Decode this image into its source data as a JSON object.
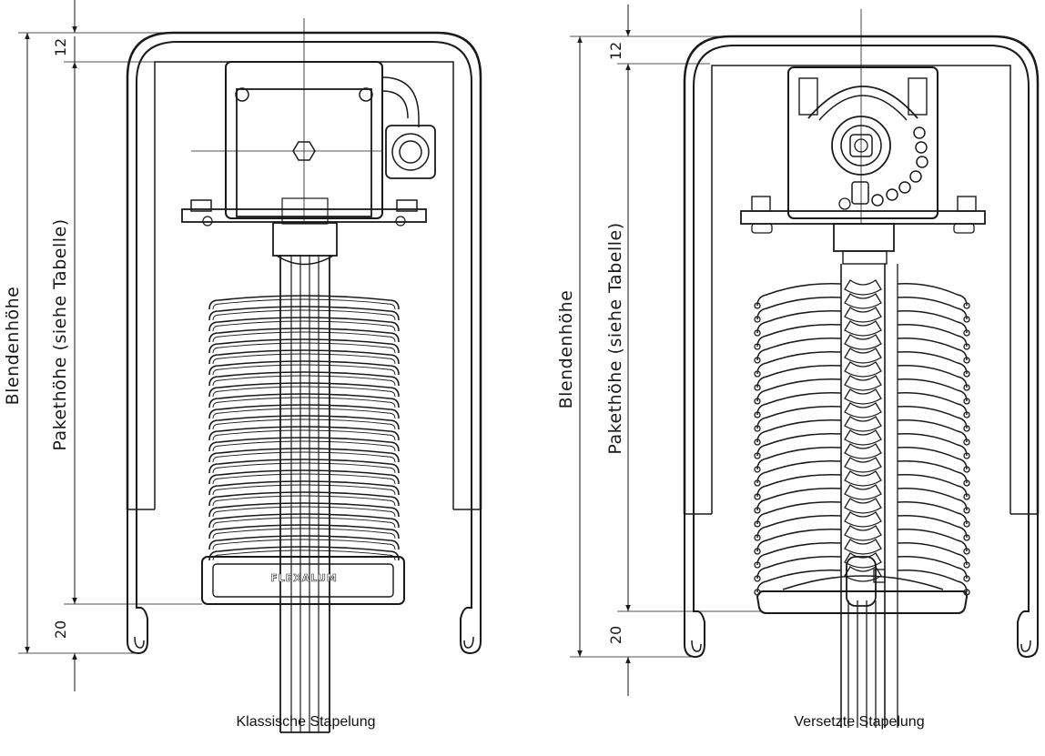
{
  "left_figure": {
    "caption": "Klassische Stapelung",
    "dim_total": "Blendenhöhe",
    "dim_package": "Pakethöhe (siehe Tabelle)",
    "dim_top": "12",
    "dim_bottom": "20",
    "logo": "FLEXALUM"
  },
  "right_figure": {
    "caption": "Versetzte Stapelung",
    "dim_total": "Blendenhöhe",
    "dim_package": "Pakethöhe (siehe Tabelle)",
    "dim_top": "12",
    "dim_bottom": "20"
  }
}
